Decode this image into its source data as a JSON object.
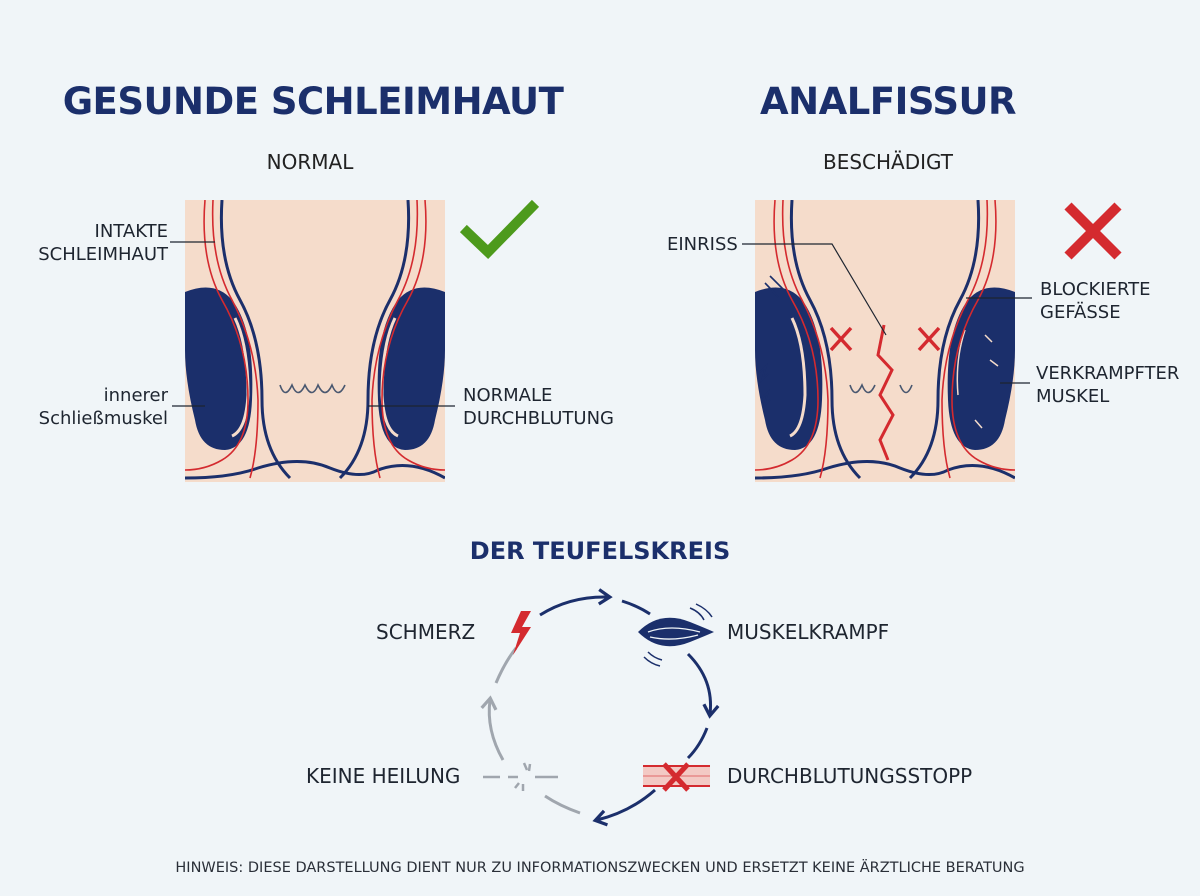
{
  "left_panel": {
    "title": "GESUNDE SCHLEIMHAUT",
    "subtitle": "NORMAL",
    "labels": {
      "mucosa": [
        "INTAKTE",
        "SCHLEIMHAUT"
      ],
      "sphincter": [
        "innerer",
        "Schließmuskel"
      ],
      "blood": [
        "NORMALE",
        "DURCHBLUTUNG"
      ]
    },
    "status_icon": "checkmark-icon"
  },
  "right_panel": {
    "title": "ANALFISSUR",
    "subtitle": "BESCHÄDIGT",
    "labels": {
      "tear": "EINRISS",
      "vessels": [
        "BLOCKIERTE",
        "GEFÄSSE"
      ],
      "muscle": [
        "VERKRAMPFTER",
        "MUSKEL"
      ]
    },
    "status_icon": "cross-icon"
  },
  "cycle": {
    "title": "DER TEUFELSKREIS",
    "steps": [
      "SCHMERZ",
      "MUSKELKRAMPF",
      "DURCHBLUTUNGSSTOPP",
      "KEINE HEILUNG"
    ],
    "icons": [
      "lightning-icon",
      "muscle-cramp-icon",
      "blocked-vessel-icon",
      "broken-line-icon"
    ]
  },
  "footnote": "HINWEIS: DIESE DARSTELLUNG DIENT NUR ZU INFORMATIONSZWECKEN UND ERSETZT KEINE ÄRZTLICHE BERATUNG",
  "colors": {
    "navy": "#1b2f6b",
    "tissue": "#f5dccb",
    "vessel_red": "#d42a2f",
    "check_green": "#4d9a1c",
    "grey": "#a0a6ae"
  }
}
